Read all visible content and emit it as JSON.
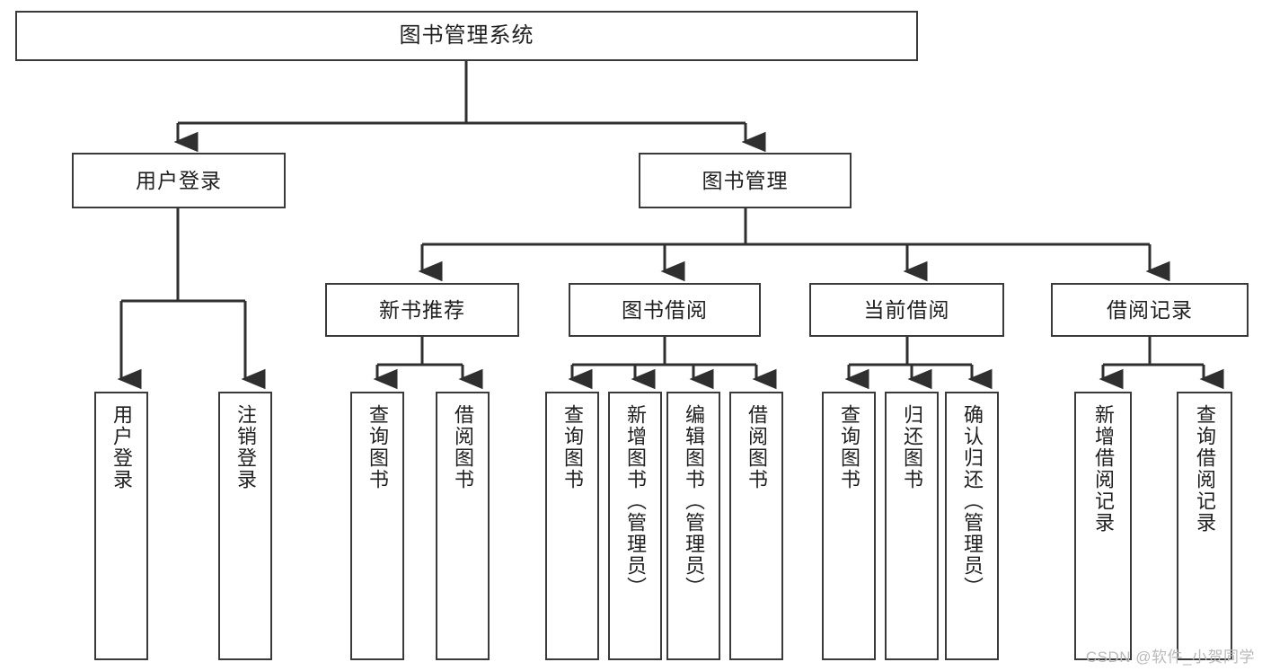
{
  "diagram": {
    "type": "tree-hierarchy-chart",
    "title": "图书管理系统",
    "watermark": "CSDN @软件_小贺同学",
    "colors": {
      "background": "#ffffff",
      "box_border": "#3a3a3a",
      "box_fill": "#ffffff",
      "connector": "#2f2f2f",
      "text": "#1f1f1f",
      "watermark": "#b9b9b9"
    },
    "levels": {
      "root": "图书管理系统",
      "level2": [
        "用户登录",
        "图书管理"
      ],
      "level3": [
        "新书推荐",
        "图书借阅",
        "当前借阅",
        "借阅记录"
      ]
    },
    "nodes": {
      "root": {
        "label": "图书管理系统"
      },
      "user_login": {
        "label": "用户登录"
      },
      "book_manage": {
        "label": "图书管理"
      },
      "new_book_rec": {
        "label": "新书推荐"
      },
      "book_borrow": {
        "label": "图书借阅"
      },
      "current_borrow": {
        "label": "当前借阅"
      },
      "borrow_record": {
        "label": "借阅记录"
      }
    },
    "leaves": {
      "user_login": [
        {
          "label": "用户登录"
        },
        {
          "label": "注销登录"
        }
      ],
      "new_book_rec": [
        {
          "label": "查询图书"
        },
        {
          "label": "借阅图书"
        }
      ],
      "book_borrow": [
        {
          "label": "查询图书"
        },
        {
          "label": "新增图书（管理员）"
        },
        {
          "label": "编辑图书（管理员）"
        },
        {
          "label": "借阅图书"
        }
      ],
      "current_borrow": [
        {
          "label": "查询图书"
        },
        {
          "label": "归还图书"
        },
        {
          "label": "确认归还（管理员）"
        }
      ],
      "borrow_record": [
        {
          "label": "新增借阅记录"
        },
        {
          "label": "查询借阅记录"
        }
      ]
    }
  }
}
